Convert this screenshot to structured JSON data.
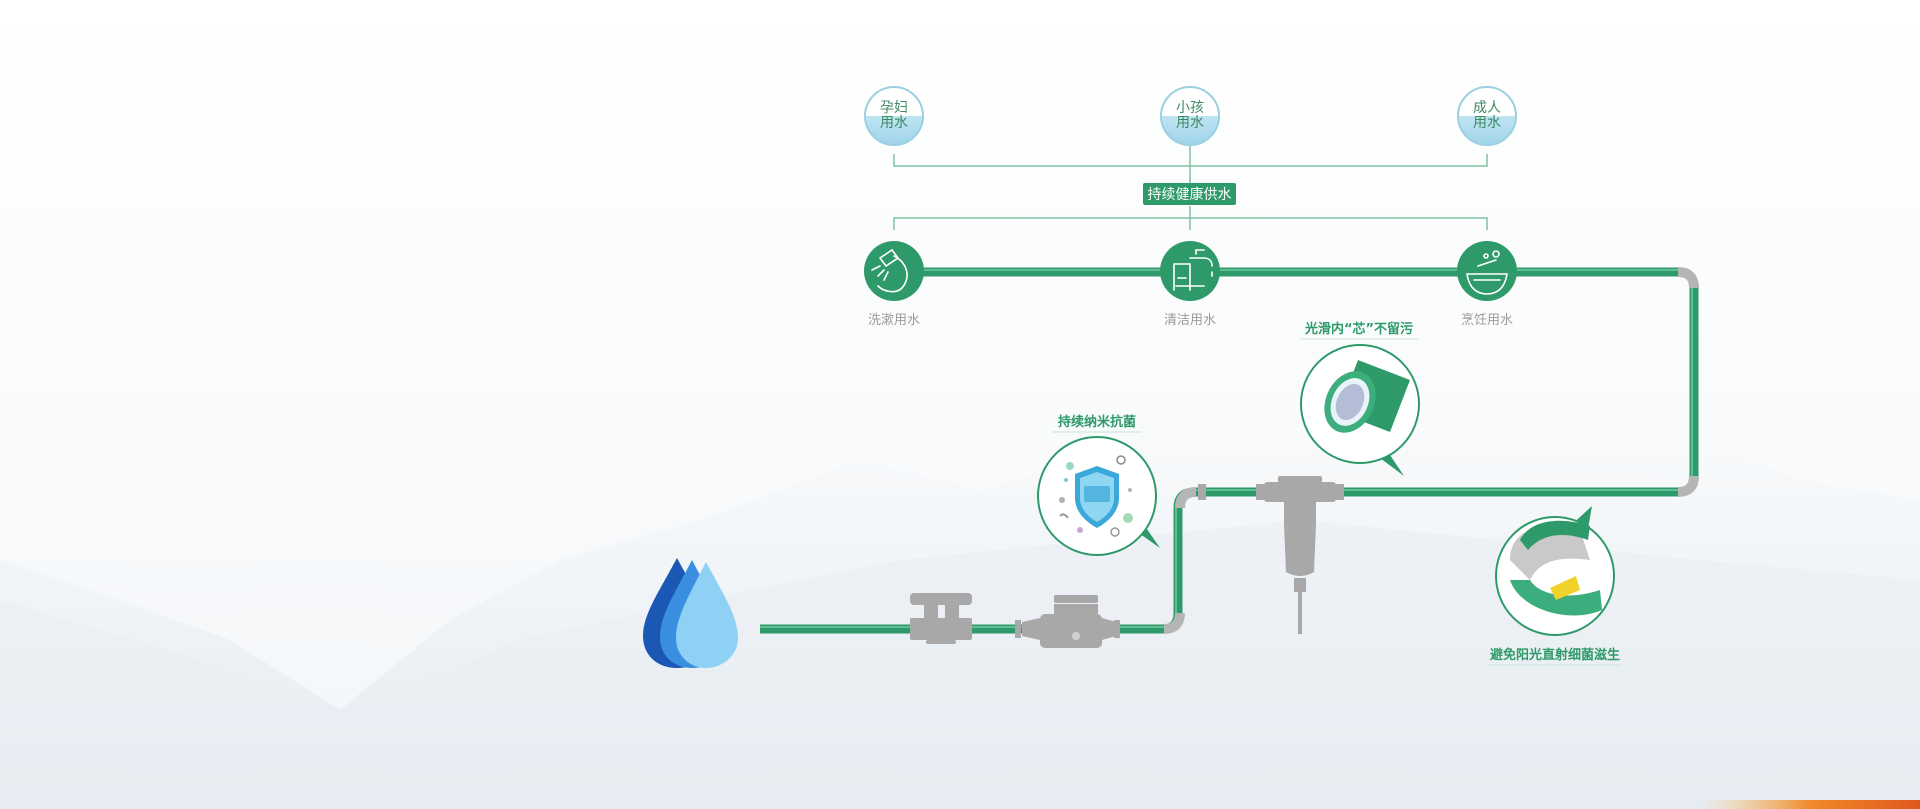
{
  "users": [
    {
      "line1": "孕妇",
      "line2": "用水"
    },
    {
      "line1": "小孩",
      "line2": "用水"
    },
    {
      "line1": "成人",
      "line2": "用水"
    }
  ],
  "center_label": "持续健康供水",
  "uses": [
    {
      "label": "洗漱用水",
      "icon": "shower-icon"
    },
    {
      "label": "清洁用水",
      "icon": "faucet-icon"
    },
    {
      "label": "烹饪用水",
      "icon": "cooking-pot-icon"
    }
  ],
  "features": {
    "antibacterial": "持续纳米抗菌",
    "smooth_core": "光滑内“芯”不留污",
    "sunlight": "避免阳光直射细菌滋生"
  },
  "colors": {
    "pipe_green": "#2e9a6a",
    "fitting_gray": "#a8a8a8",
    "water_dark": "#1b57b5",
    "water_light": "#8fd0f5",
    "line_green": "#7cc3a0"
  }
}
